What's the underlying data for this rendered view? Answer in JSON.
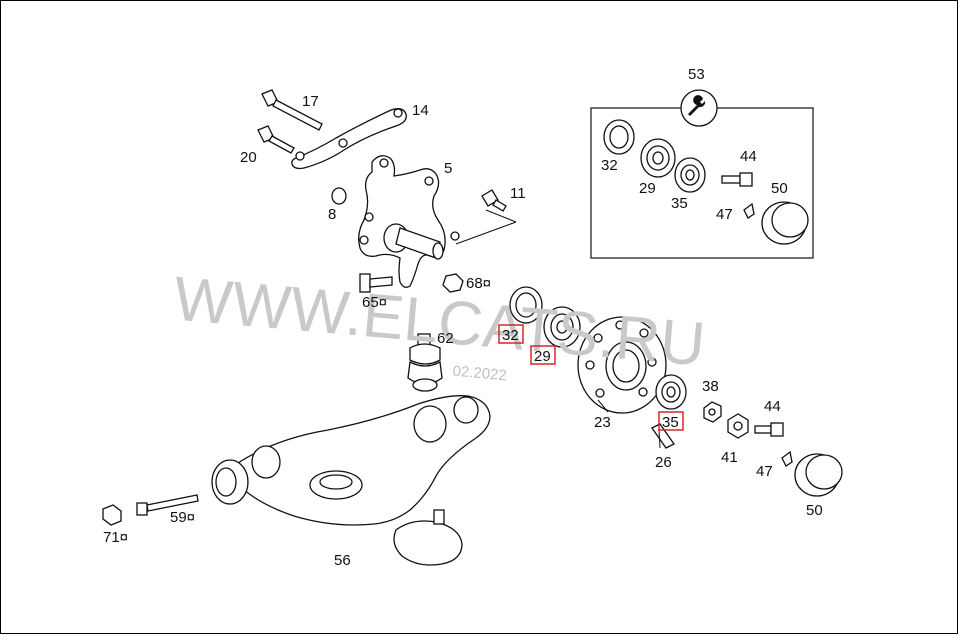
{
  "diagram": {
    "watermark": "WWW.ELCATS.RU",
    "watermark_date": "02.2022",
    "kit_label": "53",
    "labels": [
      {
        "id": "17",
        "text": "17"
      },
      {
        "id": "14",
        "text": "14"
      },
      {
        "id": "20",
        "text": "20"
      },
      {
        "id": "5",
        "text": "5"
      },
      {
        "id": "8",
        "text": "8"
      },
      {
        "id": "11",
        "text": "11"
      },
      {
        "id": "65",
        "text": "65¤"
      },
      {
        "id": "68",
        "text": "68¤"
      },
      {
        "id": "62",
        "text": "62"
      },
      {
        "id": "32",
        "text": "32",
        "highlight": true
      },
      {
        "id": "29",
        "text": "29",
        "highlight": true
      },
      {
        "id": "35",
        "text": "35",
        "highlight": true
      },
      {
        "id": "23",
        "text": "23"
      },
      {
        "id": "26",
        "text": "26"
      },
      {
        "id": "38",
        "text": "38"
      },
      {
        "id": "41",
        "text": "41"
      },
      {
        "id": "44",
        "text": "44"
      },
      {
        "id": "47",
        "text": "47"
      },
      {
        "id": "50",
        "text": "50"
      },
      {
        "id": "59",
        "text": "59¤"
      },
      {
        "id": "71",
        "text": "71¤"
      },
      {
        "id": "56",
        "text": "56"
      },
      {
        "id": "k32",
        "text": "32"
      },
      {
        "id": "k29",
        "text": "29"
      },
      {
        "id": "k35",
        "text": "35"
      },
      {
        "id": "k44",
        "text": "44"
      },
      {
        "id": "k47",
        "text": "47"
      },
      {
        "id": "k50",
        "text": "50"
      }
    ]
  }
}
